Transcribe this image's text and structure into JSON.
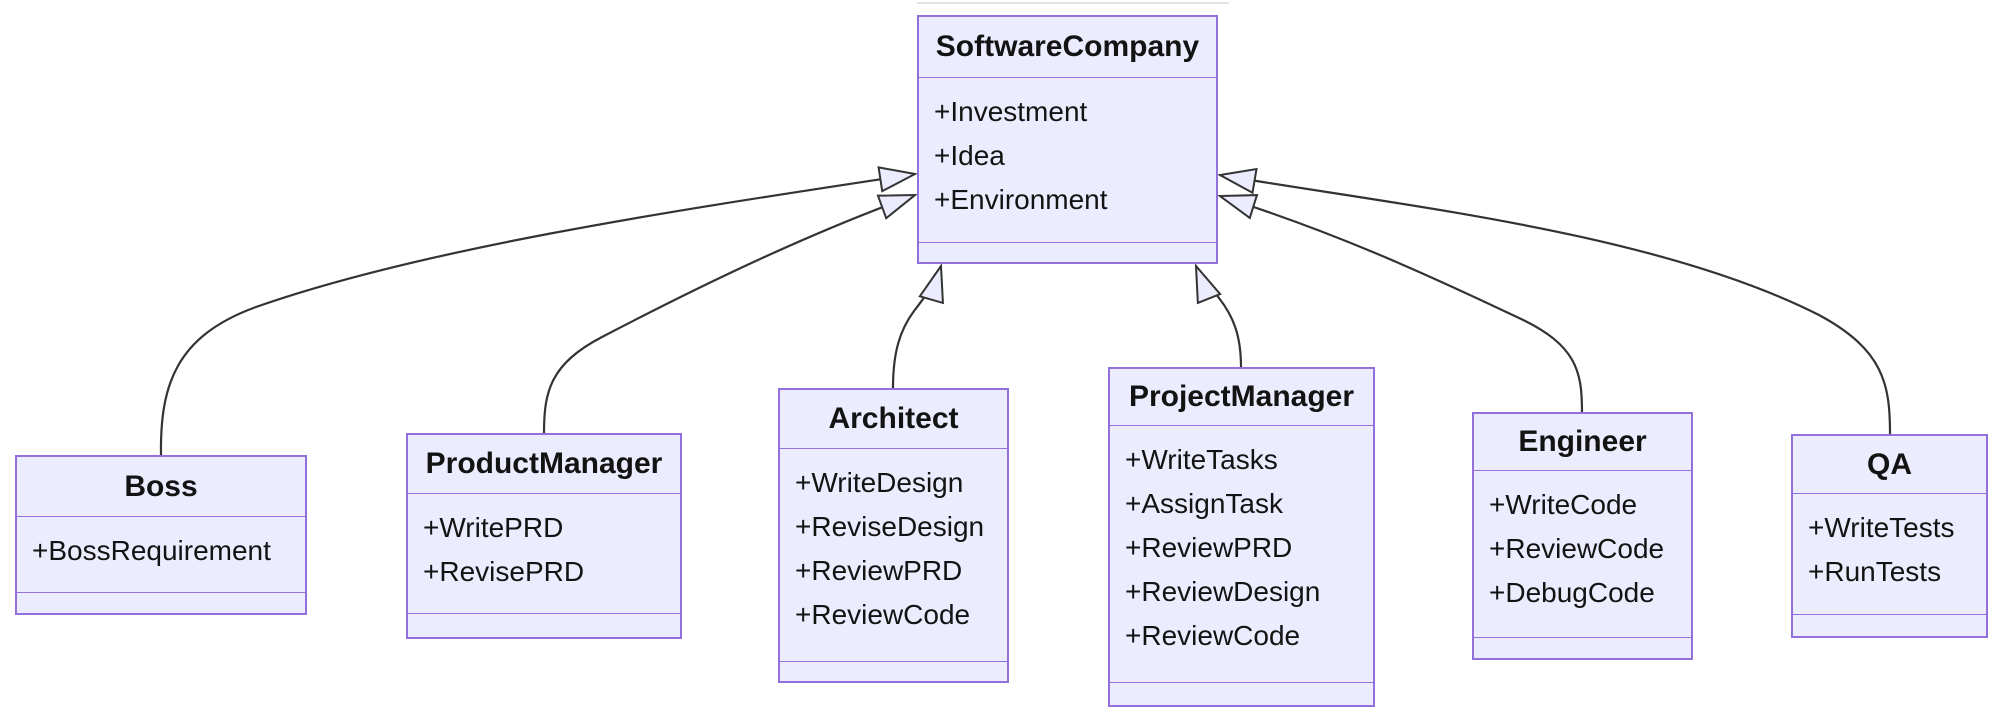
{
  "diagram": {
    "type": "uml-class-diagram",
    "colors": {
      "background": "#ffffff",
      "box_fill": "#ECECFF",
      "box_border": "#9370DB",
      "edge_line": "#333333",
      "text": "#131313"
    },
    "classes": [
      {
        "name": "SoftwareCompany",
        "attributes": [
          "+Investment",
          "+Idea",
          "+Environment"
        ]
      },
      {
        "name": "Boss",
        "attributes": [
          "+BossRequirement"
        ]
      },
      {
        "name": "ProductManager",
        "attributes": [
          "+WritePRD",
          "+RevisePRD"
        ]
      },
      {
        "name": "Architect",
        "attributes": [
          "+WriteDesign",
          "+ReviseDesign",
          "+ReviewPRD",
          "+ReviewCode"
        ]
      },
      {
        "name": "ProjectManager",
        "attributes": [
          "+WriteTasks",
          "+AssignTask",
          "+ReviewPRD",
          "+ReviewDesign",
          "+ReviewCode"
        ]
      },
      {
        "name": "Engineer",
        "attributes": [
          "+WriteCode",
          "+ReviewCode",
          "+DebugCode"
        ]
      },
      {
        "name": "QA",
        "attributes": [
          "+WriteTests",
          "+RunTests"
        ]
      }
    ],
    "relations": [
      {
        "from": "Boss",
        "to": "SoftwareCompany",
        "type": "inheritance"
      },
      {
        "from": "ProductManager",
        "to": "SoftwareCompany",
        "type": "inheritance"
      },
      {
        "from": "Architect",
        "to": "SoftwareCompany",
        "type": "inheritance"
      },
      {
        "from": "ProjectManager",
        "to": "SoftwareCompany",
        "type": "inheritance"
      },
      {
        "from": "Engineer",
        "to": "SoftwareCompany",
        "type": "inheritance"
      },
      {
        "from": "QA",
        "to": "SoftwareCompany",
        "type": "inheritance"
      }
    ]
  }
}
